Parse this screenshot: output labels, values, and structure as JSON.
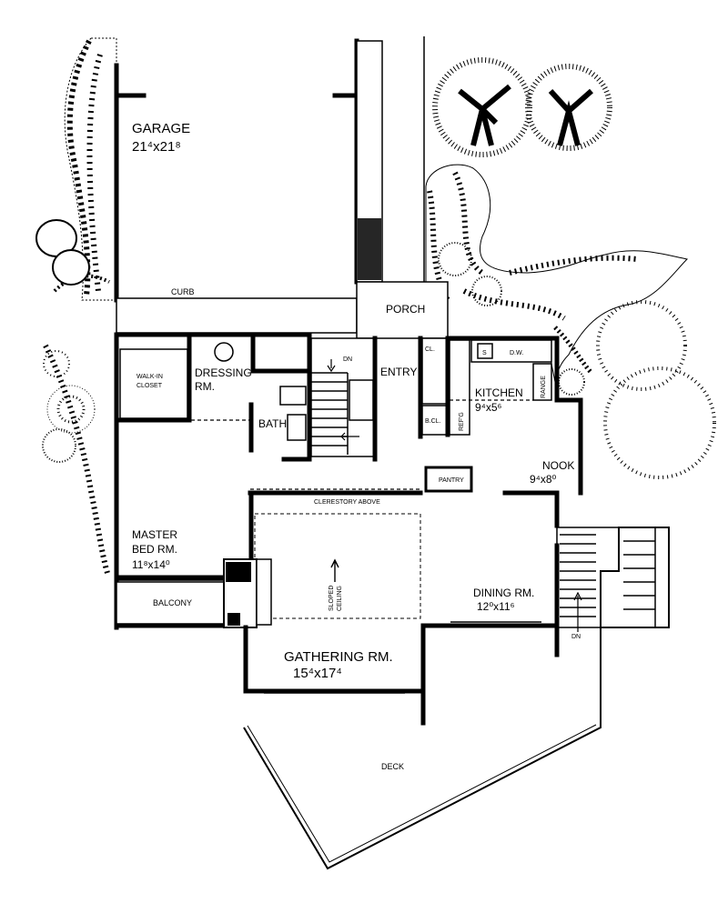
{
  "rooms": {
    "garage": {
      "name": "GARAGE",
      "dims": "21⁴x21⁸"
    },
    "curb": "CURB",
    "porch": "PORCH",
    "walk_in_closet": {
      "line1": "WALK-IN",
      "line2": "CLOSET"
    },
    "dressing": {
      "line1": "DRESSING",
      "line2": "RM."
    },
    "bath": "BATH",
    "entry": "ENTRY",
    "stair_dn": "DN",
    "closet": "CL.",
    "b_closet": "B.CL.",
    "kitchen": {
      "name": "KITCHEN",
      "dims": "9⁴x5⁶"
    },
    "sink": "S",
    "dishwasher": "D.W.",
    "range": "RANGE",
    "refrigerator": "REF'G",
    "nook": {
      "name": "NOOK",
      "dims": "9⁴x8⁰"
    },
    "pantry": "PANTRY",
    "clerestory": "CLERESTORY ABOVE",
    "master": {
      "line1": "MASTER",
      "line2": "BED RM.",
      "dims": "11⁸x14⁰"
    },
    "balcony": "BALCONY",
    "sloped_ceiling": {
      "line1": "SLOPED",
      "line2": "CEILING"
    },
    "dining": {
      "name": "DINING RM.",
      "dims": "12⁰x11⁶"
    },
    "deck_stair_dn": "DN",
    "gathering": {
      "name": "GATHERING RM.",
      "dims": "15⁴x17⁴"
    },
    "deck": "DECK"
  },
  "colors": {
    "ink": "#000000",
    "paper": "#ffffff"
  }
}
